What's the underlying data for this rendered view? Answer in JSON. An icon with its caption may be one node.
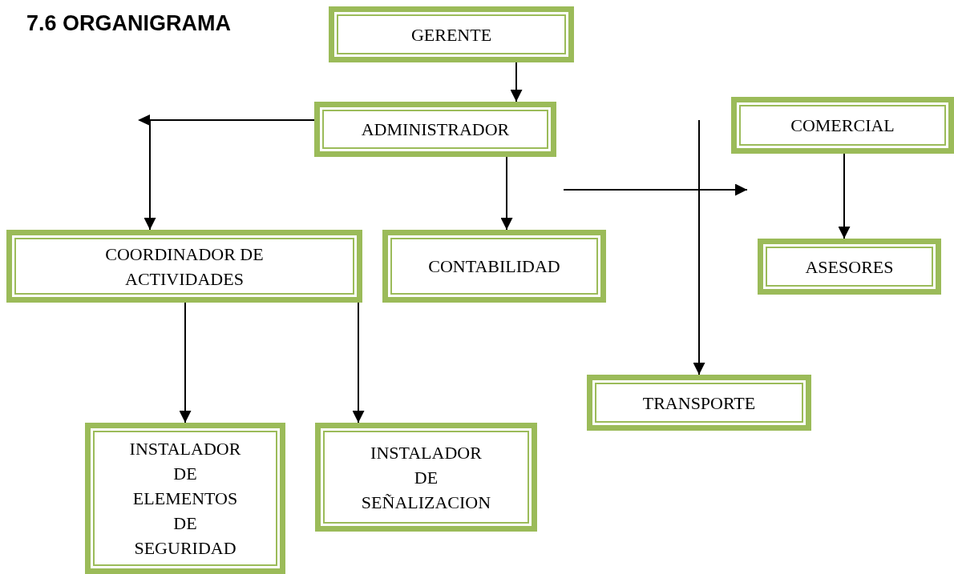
{
  "diagram": {
    "title": "7.6 ORGANIGRAMA",
    "nodes": [
      {
        "text": [
          "GERENTE"
        ]
      },
      {
        "text": [
          "ADMINISTRADOR"
        ]
      },
      {
        "text": [
          "COMERCIAL"
        ]
      },
      {
        "text": [
          "COORDINADOR DE ACTIVIDADES"
        ]
      },
      {
        "text": [
          "CONTABILIDAD"
        ]
      },
      {
        "text": [
          "ASESORES"
        ]
      },
      {
        "text": [
          "TRANSPORTE"
        ]
      },
      {
        "text": [
          "INSTALADOR DE ELEMENTOS DE SEGURIDAD"
        ]
      },
      {
        "text": [
          "INSTALADOR DE SEÑALIZACION"
        ]
      }
    ],
    "edges": [
      {
        "from": 0,
        "to": 1,
        "arrow": "to"
      },
      {
        "from": 1,
        "to": 3,
        "arrow": "to"
      },
      {
        "from": 1,
        "to": 4,
        "arrow": "to"
      },
      {
        "from": null,
        "to": 2,
        "arrow": "to"
      },
      {
        "from": null,
        "to": 6,
        "arrow": "to"
      },
      {
        "from": 2,
        "to": 5,
        "arrow": "to"
      },
      {
        "from": 3,
        "to": 7,
        "arrow": "to"
      },
      {
        "from": 3,
        "to": 8,
        "arrow": "to"
      }
    ]
  }
}
